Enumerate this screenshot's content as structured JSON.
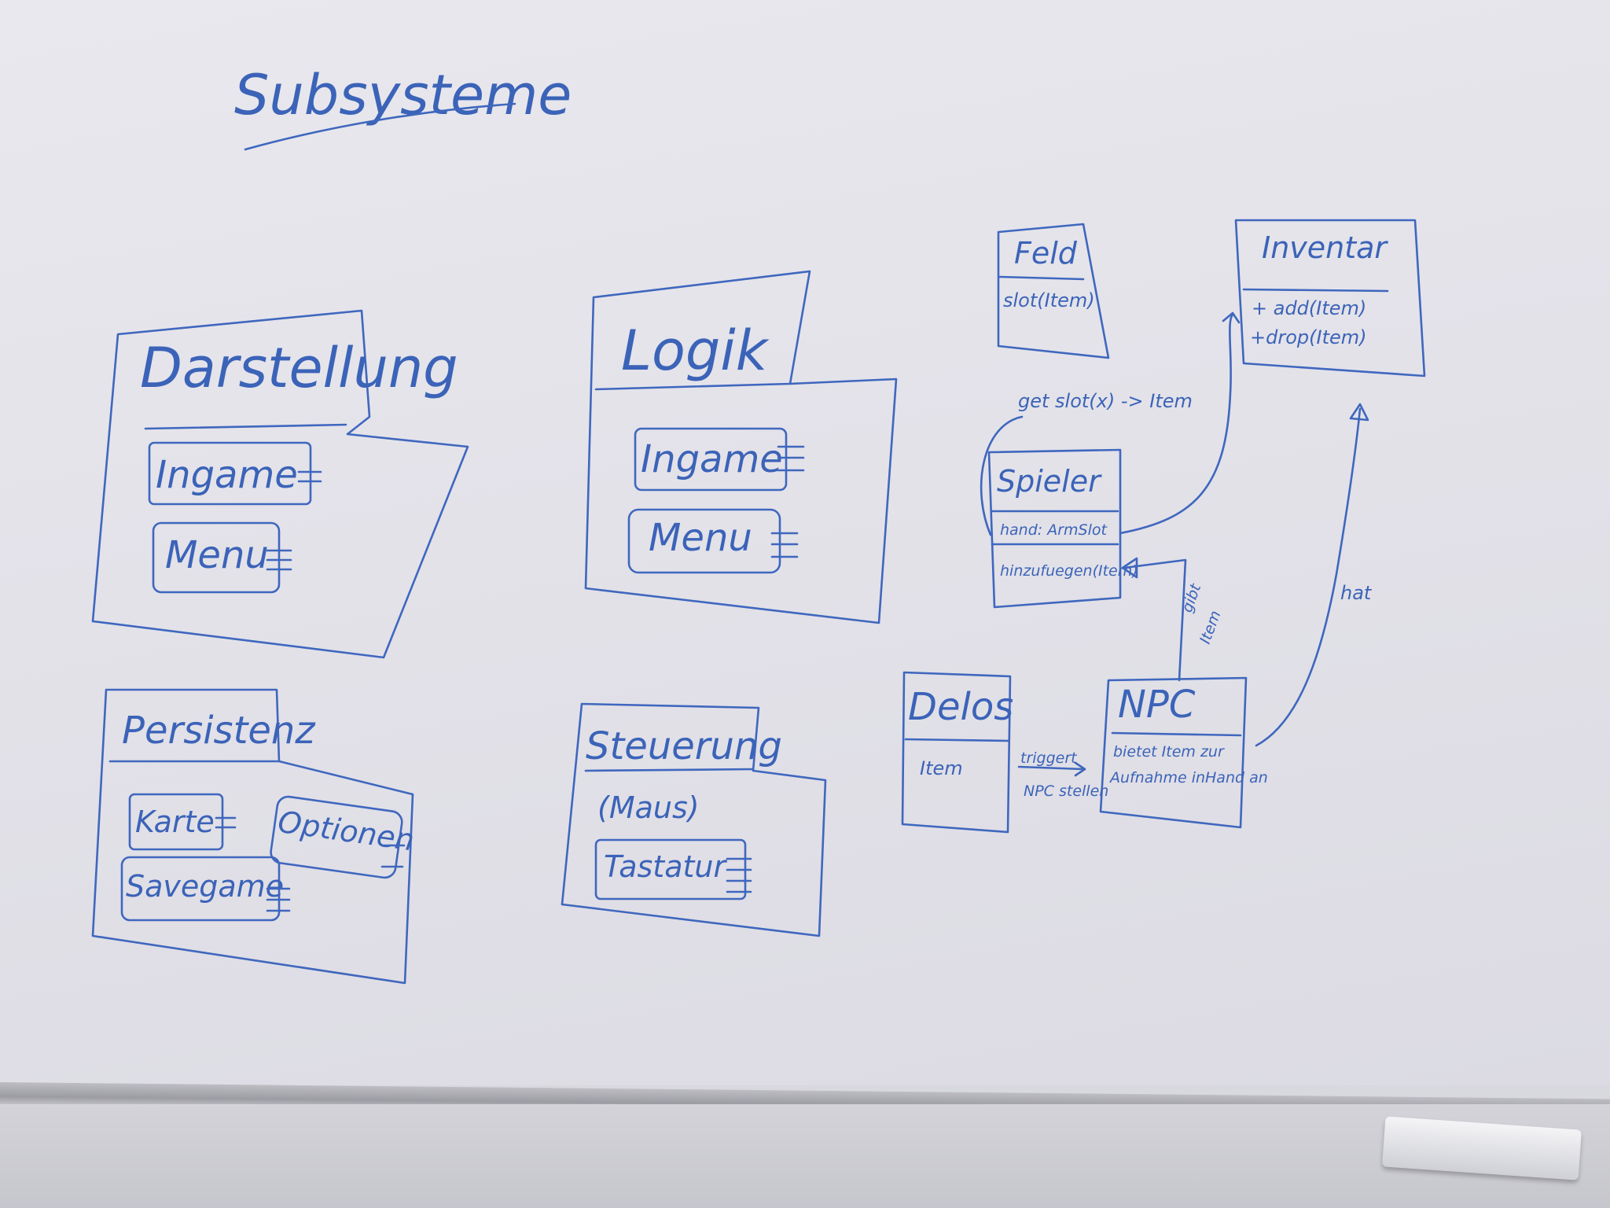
{
  "title": "Subsysteme",
  "packages": {
    "darstellung": {
      "name": "Darstellung",
      "components": [
        "Ingame",
        "Menu"
      ]
    },
    "logik": {
      "name": "Logik",
      "components": [
        "Ingame",
        "Menu"
      ]
    },
    "persistenz": {
      "name": "Persistenz",
      "components": [
        "Karte",
        "Optionen",
        "Savegame"
      ]
    },
    "steuerung": {
      "name": "Steuerung",
      "components": [
        "(Maus)",
        "Tastatur"
      ]
    }
  },
  "classes": {
    "feld": {
      "name": "Feld",
      "method": "slot(Item)"
    },
    "inventar": {
      "name": "Inventar",
      "methods": [
        "+ add(Item)",
        "+drop(Item)"
      ]
    },
    "spieler": {
      "name": "Spieler",
      "attribute": "hand: ArmSlot",
      "method": "hinzufuegen(Item)"
    },
    "delos": {
      "name": "Delos",
      "attribute": "Item"
    },
    "npc": {
      "name": "NPC",
      "text_line1": "bietet Item zur",
      "text_line2": "Aufnahme inHand an"
    }
  },
  "relations": {
    "gets_slot": "get slot(x) -> Item",
    "gibt_item_1": "gibt",
    "gibt_item_2": "Item",
    "triggert_1": "triggert",
    "triggert_2": "NPC stellen",
    "hat": "hat"
  },
  "colors": {
    "ink": "#3f67be",
    "board": "#e6e5eb"
  }
}
